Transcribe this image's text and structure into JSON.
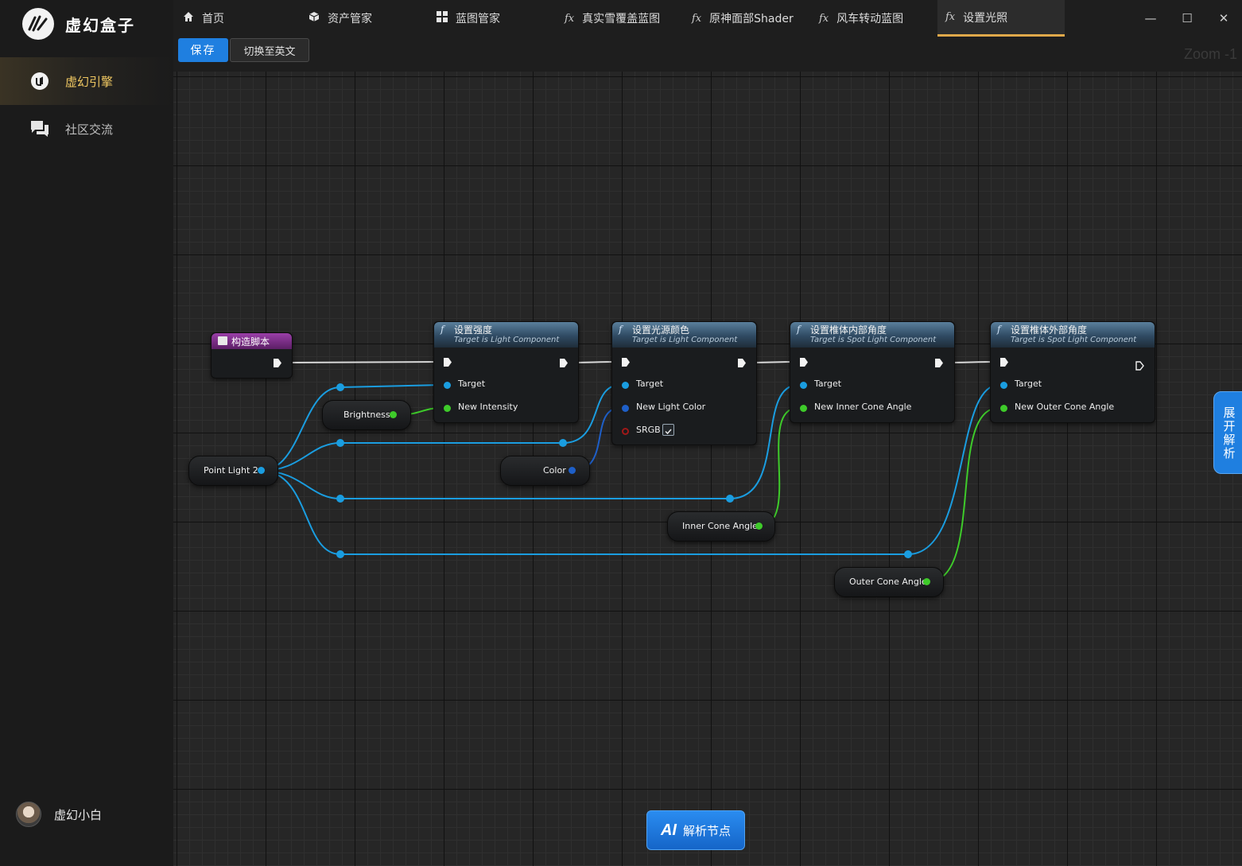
{
  "app": {
    "name": "虚幻盒子"
  },
  "sidebar": {
    "items": [
      {
        "label": "虚幻引擎",
        "icon": "unreal-engine-icon",
        "active": true
      },
      {
        "label": "社区交流",
        "icon": "chat-bubbles-icon",
        "active": false
      }
    ],
    "user": {
      "name": "虚幻小白"
    }
  },
  "tabs": [
    {
      "label": "首页",
      "icon": "home-icon"
    },
    {
      "label": "资产管家",
      "icon": "cube-icon"
    },
    {
      "label": "蓝图管家",
      "icon": "grid-icon"
    },
    {
      "label": "真实雪覆盖蓝图",
      "icon": "function-icon"
    },
    {
      "label": "原神面部Shader",
      "icon": "function-icon"
    },
    {
      "label": "风车转动蓝图",
      "icon": "function-icon"
    },
    {
      "label": "设置光照",
      "icon": "function-icon",
      "active": true
    }
  ],
  "icon_glyphs": {
    "fx": "fx",
    "f": "f",
    "minimize": "—",
    "maximize": "☐",
    "close": "✕"
  },
  "toolbar": {
    "save_label": "保存",
    "lang_label": "切换至英文",
    "zoom": "Zoom -1"
  },
  "graph": {
    "event_node": {
      "title": "构造脚本"
    },
    "functions": [
      {
        "title": "设置强度",
        "subtitle": "Target is Light Component",
        "pins": [
          "Target",
          "New Intensity"
        ]
      },
      {
        "title": "设置光源颜色",
        "subtitle": "Target is Light Component",
        "pins": [
          "Target",
          "New Light Color",
          "SRGB"
        ],
        "srgb_checked": true
      },
      {
        "title": "设置椎体内部角度",
        "subtitle": "Target is Spot Light Component",
        "pins": [
          "Target",
          "New Inner Cone Angle"
        ]
      },
      {
        "title": "设置椎体外部角度",
        "subtitle": "Target is Spot Light Component",
        "pins": [
          "Target",
          "New Outer Cone Angle"
        ]
      }
    ],
    "variables": {
      "brightness": "Brightness",
      "point_light": "Point Light 2",
      "color": "Color",
      "inner_cone": "Inner Cone Angle",
      "outer_cone": "Outer Cone Angle"
    },
    "colors": {
      "exec": "#e8e8e8",
      "object": "#1a9de0",
      "float": "#3ecb2a",
      "struct": "#1e5fc8",
      "bool": "#8b0000"
    }
  },
  "overlays": {
    "expand_label": "展开解析",
    "ai_badge": "AI",
    "ai_label": "解析节点"
  }
}
